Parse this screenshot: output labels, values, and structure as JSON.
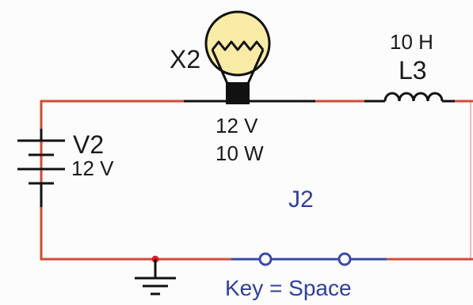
{
  "colors": {
    "background": "#fcfcfc",
    "wire_red": "#d24a3a",
    "wire_black": "#111111",
    "wire_blue": "#3949ab",
    "label_dark": "#1a1a1a",
    "label_blue": "#2f3f9a",
    "bulb_fill": "#f7eba6",
    "junction_red": "#e01b24"
  },
  "components": {
    "bulb": {
      "icon": "light-bulb-icon",
      "ref": "X2",
      "voltage": "12 V",
      "power": "10 W"
    },
    "inductor": {
      "icon": "inductor-coil-icon",
      "ref": "L3",
      "value": "10 H"
    },
    "battery": {
      "icon": "battery-icon",
      "ref": "V2",
      "value": "12 V"
    },
    "switch": {
      "icon": "switch-icon",
      "ref": "J2",
      "key": "Key = Space"
    },
    "ground": {
      "icon": "ground-icon"
    }
  }
}
